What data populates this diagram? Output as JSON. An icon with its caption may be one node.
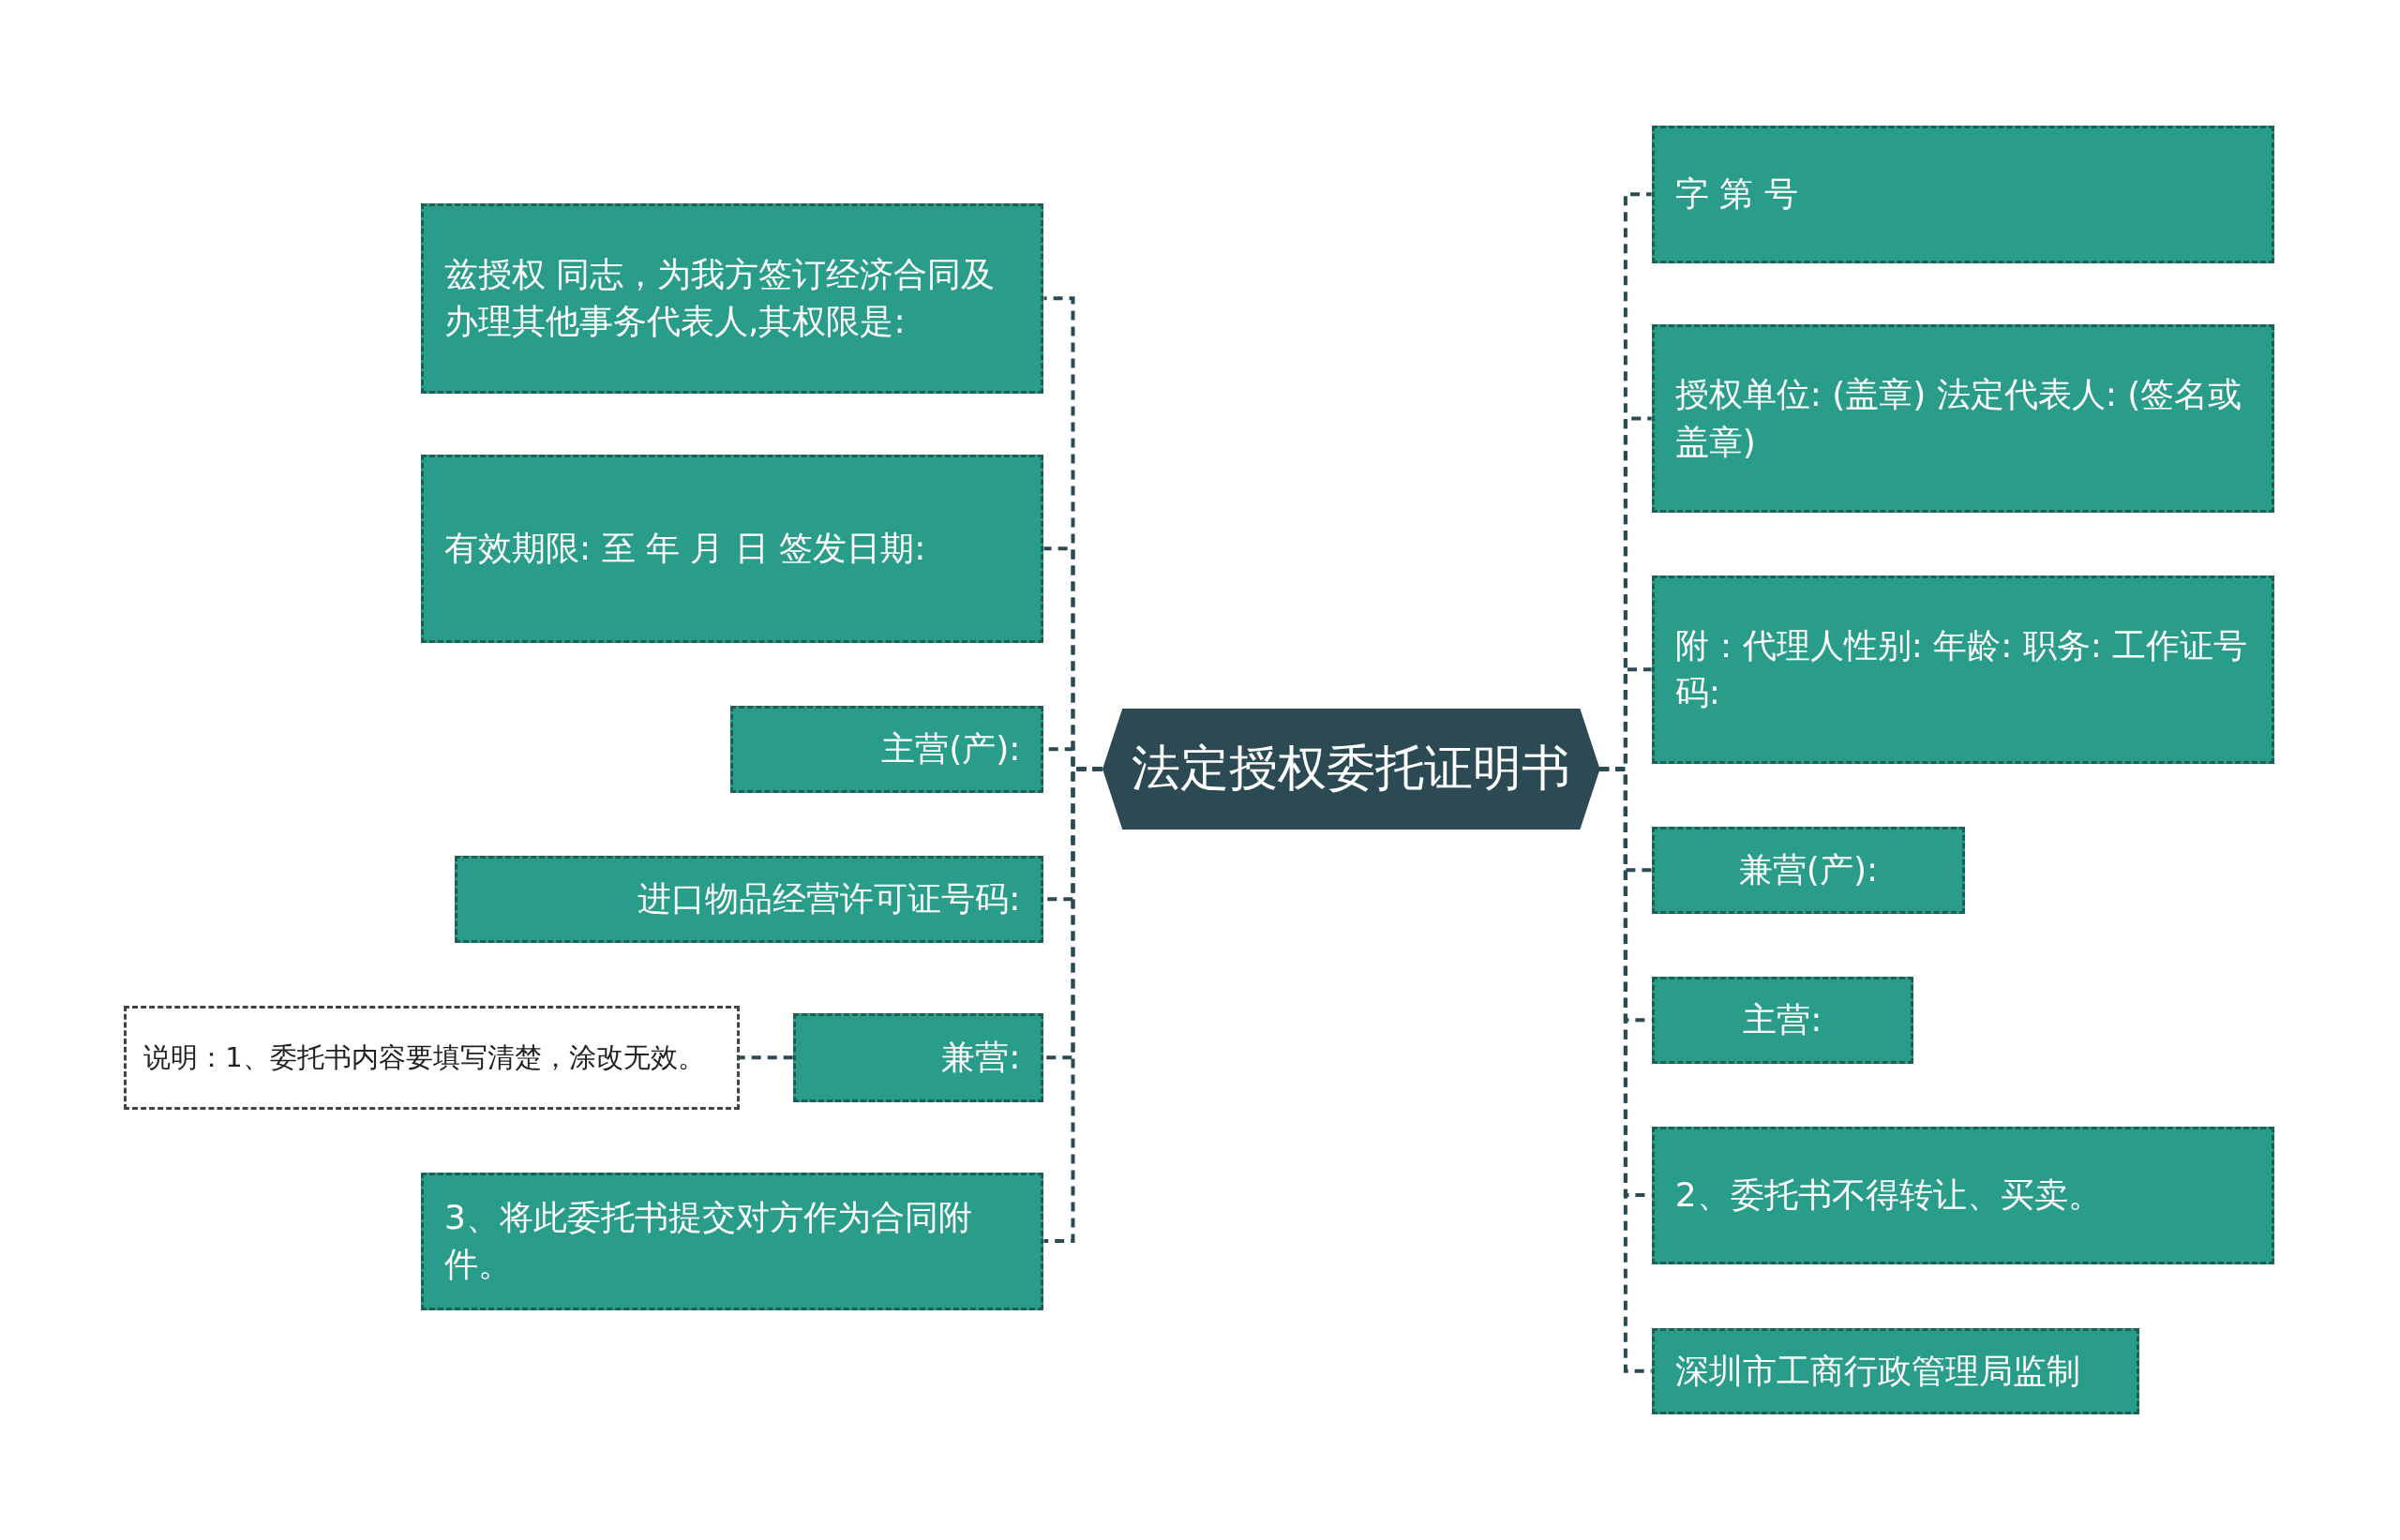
{
  "diagram": {
    "nodes": [
      {
        "text": [
          "法定授权委托证明书"
        ]
      },
      {
        "text": [
          "兹授权 同志，为我方签订经济合同及办理其他事务代表人,其权限是:"
        ]
      },
      {
        "text": [
          "有效期限: 至 年 月 日 签发日期:"
        ]
      },
      {
        "text": [
          "主营(产):"
        ]
      },
      {
        "text": [
          "进口物品经营许可证号码:"
        ]
      },
      {
        "text": [
          "兼营:"
        ]
      },
      {
        "text": [
          "说明：1、委托书内容要填写清楚，涂改无效。"
        ]
      },
      {
        "text": [
          "3、将此委托书提交对方作为合同附件。"
        ]
      },
      {
        "text": [
          "字 第 号"
        ]
      },
      {
        "text": [
          "授权单位: (盖章) 法定代表人: (签名或盖章)"
        ]
      },
      {
        "text": [
          "附：代理人性别: 年龄: 职务: 工作证号码:"
        ]
      },
      {
        "text": [
          "兼营(产):"
        ]
      },
      {
        "text": [
          "主营:"
        ]
      },
      {
        "text": [
          "2、委托书不得转让、买卖。"
        ]
      },
      {
        "text": [
          "深圳市工商行政管理局监制"
        ]
      }
    ],
    "edges": [
      {
        "from": 0,
        "to": 1,
        "arrow": "none",
        "style": "dashed"
      },
      {
        "from": 0,
        "to": 2,
        "arrow": "none",
        "style": "dashed"
      },
      {
        "from": 0,
        "to": 3,
        "arrow": "none",
        "style": "dashed"
      },
      {
        "from": 0,
        "to": 4,
        "arrow": "none",
        "style": "dashed"
      },
      {
        "from": 0,
        "to": 5,
        "arrow": "none",
        "style": "dashed"
      },
      {
        "from": 5,
        "to": 6,
        "arrow": "none",
        "style": "dashed"
      },
      {
        "from": 0,
        "to": 7,
        "arrow": "none",
        "style": "dashed"
      },
      {
        "from": 0,
        "to": 8,
        "arrow": "none",
        "style": "dashed"
      },
      {
        "from": 0,
        "to": 9,
        "arrow": "none",
        "style": "dashed"
      },
      {
        "from": 0,
        "to": 10,
        "arrow": "none",
        "style": "dashed"
      },
      {
        "from": 0,
        "to": 11,
        "arrow": "none",
        "style": "dashed"
      },
      {
        "from": 0,
        "to": 12,
        "arrow": "none",
        "style": "dashed"
      },
      {
        "from": 0,
        "to": 13,
        "arrow": "none",
        "style": "dashed"
      },
      {
        "from": 0,
        "to": 14,
        "arrow": "none",
        "style": "dashed"
      }
    ]
  }
}
